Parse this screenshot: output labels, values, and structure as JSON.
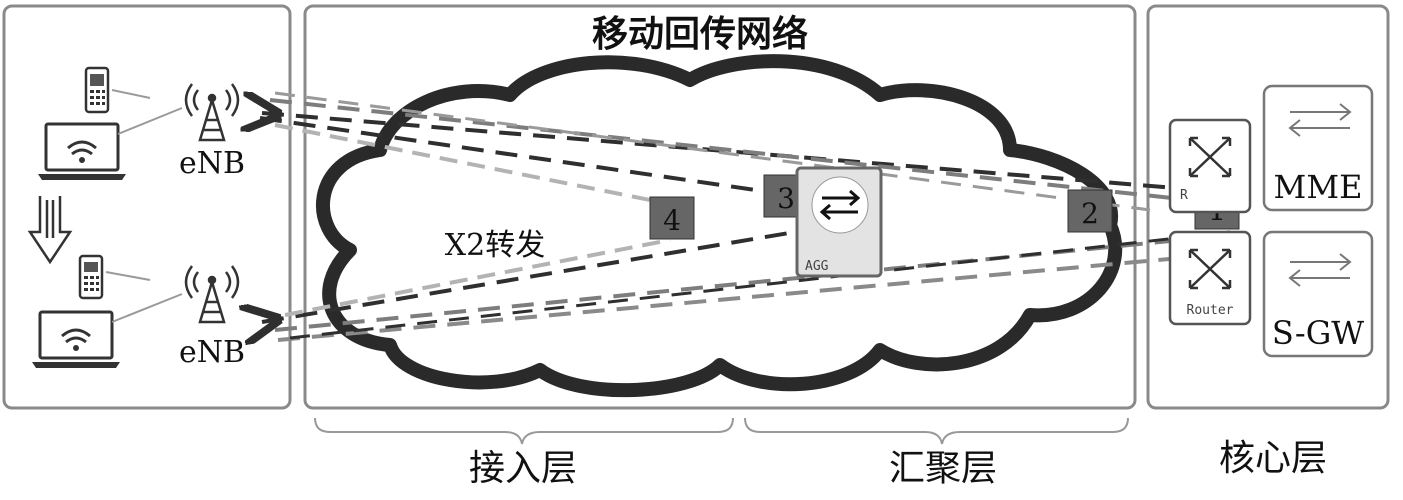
{
  "title": "移动回传网络",
  "panels": {
    "left_enb_top": "eNB",
    "left_enb_bottom": "eNB",
    "cloud_label": "X2转发",
    "agg_label": "AGG",
    "router_label_top": "R",
    "router_label_bottom": "Router",
    "mme": "MME",
    "sgw": "S-GW"
  },
  "layers": {
    "access": "接入层",
    "aggregation": "汇聚层",
    "core": "核心层"
  },
  "markers": [
    "1",
    "2",
    "3",
    "4"
  ],
  "colors": {
    "dark_dash": "#2f2f2f",
    "mid_dash": "#7d7d7d",
    "light_dash": "#b3b3b3",
    "marker_fill": "#666666",
    "panel_stroke": "#8a8a8a"
  }
}
